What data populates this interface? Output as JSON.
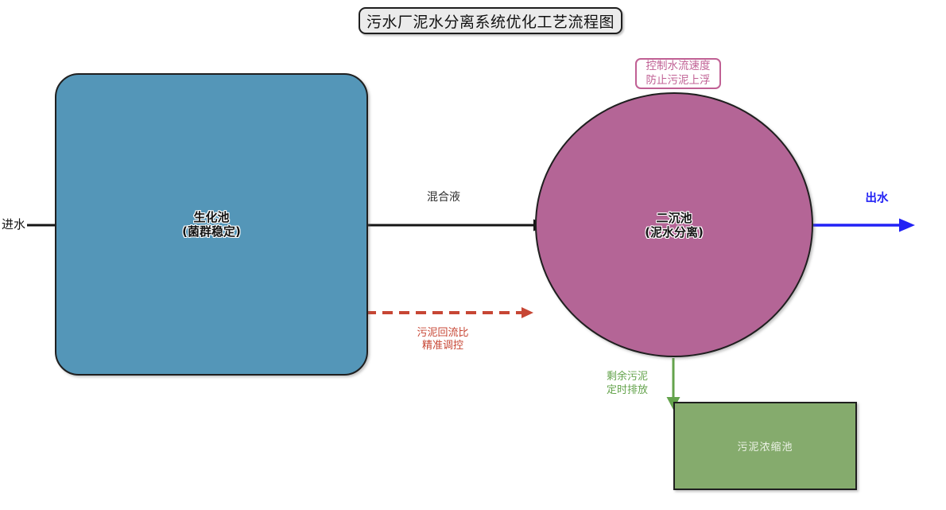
{
  "title": "污水厂泥水分离系统优化工艺流程图",
  "nodes": {
    "bio_tank": {
      "name": "生化池",
      "subtitle": "(菌群稳定)"
    },
    "clarifier": {
      "name": "二沉池",
      "subtitle": "(泥水分离)"
    },
    "thickener": {
      "name": "污泥浓缩池"
    }
  },
  "flows": {
    "influent": {
      "label": "进水"
    },
    "mixed_liquor": {
      "label": "混合液"
    },
    "effluent": {
      "label": "出水"
    },
    "sludge_return": {
      "line1": "污泥回流比",
      "line2": "精准调控"
    },
    "excess_sludge": {
      "line1": "剩余污泥",
      "line2": "定时排放"
    }
  },
  "annotations": {
    "clarifier_note": {
      "line1": "控制水流速度",
      "line2": "防止污泥上浮"
    }
  },
  "colors": {
    "tank-blue": "#5496b8",
    "clarifier-mauve": "#b46596",
    "thickener-green": "#85ab6d",
    "flow-green": "#64a34c",
    "flow-red": "#c74634",
    "flow-blue": "#2222f5",
    "note-pink": "#c06094",
    "ink": "#161616",
    "outline-dark": "#1f1f1f",
    "title-fill": "#ebebeb"
  }
}
